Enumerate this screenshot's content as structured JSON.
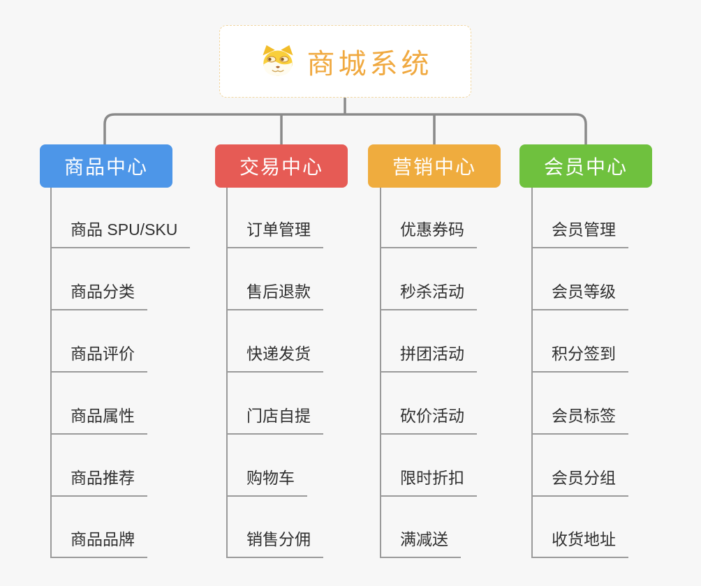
{
  "root": {
    "title": "商城系统",
    "icon": "dog-face-icon",
    "text_color": "#f0a940",
    "border_color": "#f1d6a0",
    "background": "#ffffff"
  },
  "branches": [
    {
      "label": "商品中心",
      "color": "#4d96e8",
      "children": [
        "商品 SPU/SKU",
        "商品分类",
        "商品评价",
        "商品属性",
        "商品推荐",
        "商品品牌"
      ]
    },
    {
      "label": "交易中心",
      "color": "#e65b55",
      "children": [
        "订单管理",
        "售后退款",
        "快递发货",
        "门店自提",
        "购物车",
        "销售分佣"
      ]
    },
    {
      "label": "营销中心",
      "color": "#efac3e",
      "children": [
        "优惠券码",
        "秒杀活动",
        "拼团活动",
        "砍价活动",
        "限时折扣",
        "满减送"
      ]
    },
    {
      "label": "会员中心",
      "color": "#6fc13e",
      "children": [
        "会员管理",
        "会员等级",
        "积分签到",
        "会员标签",
        "会员分组",
        "收货地址"
      ]
    }
  ],
  "colors": {
    "page_background": "#f7f7f7",
    "main_connector": "#8a8a8a",
    "child_connector": "#9a9a9a",
    "child_text": "#2f2f2f",
    "branch_text": "#ffffff"
  }
}
